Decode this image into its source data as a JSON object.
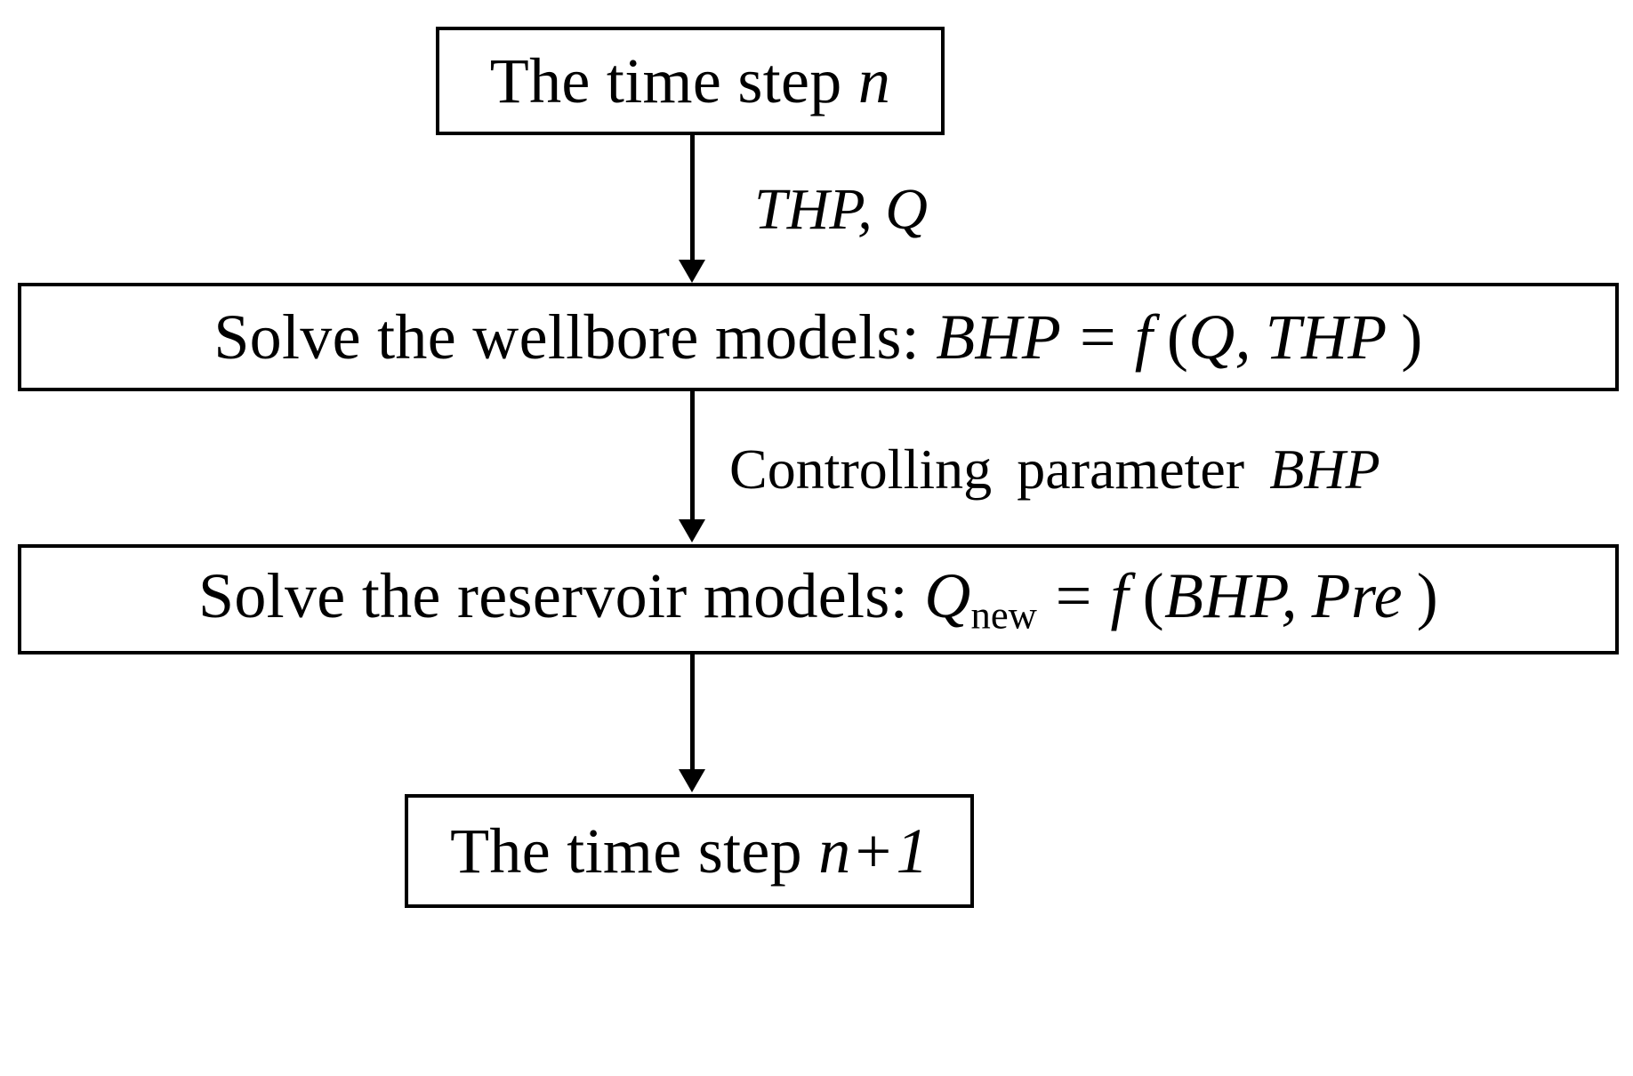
{
  "diagram": {
    "type": "flowchart",
    "orientation": "top-to-bottom",
    "background_color": "#ffffff",
    "stroke_color": "#000000",
    "nodes": [
      {
        "id": "start",
        "shape": "rectangle",
        "text": "The time step n",
        "text_plain": "The time step n",
        "parts": {
          "lead": "The time step ",
          "var": "n"
        }
      },
      {
        "id": "wellbore",
        "shape": "rectangle",
        "text": "Solve the wellbore models: BHP = f (Q, THP )",
        "parts": {
          "lead": "Solve the wellbore models: ",
          "lhs": "BHP",
          "eq": "=",
          "fn": "f",
          "open": "(",
          "arg1": "Q",
          "comma": ",",
          "arg2": "THP",
          "close": ")"
        }
      },
      {
        "id": "reservoir",
        "shape": "rectangle",
        "text": "Solve the reservoir models: Qnew = f (BHP, Pre )",
        "parts": {
          "lead": "Solve the reservoir models: ",
          "lhs": "Q",
          "lhs_sub": "new",
          "eq": "=",
          "fn": "f",
          "open": "(",
          "arg1": "BHP",
          "comma": ",",
          "arg2": "Pre",
          "close": ")"
        }
      },
      {
        "id": "end",
        "shape": "rectangle",
        "text": "The time step n+1",
        "parts": {
          "lead": "The time step ",
          "var": "n",
          "plus": "+",
          "num": "1"
        }
      }
    ],
    "edges": [
      {
        "id": "start-to-wellbore",
        "from": "start",
        "to": "wellbore",
        "label": "THP, Q",
        "label_parts": {
          "first": "THP",
          "comma": ",",
          "second": "Q"
        },
        "arrowhead": "filled-triangle"
      },
      {
        "id": "wellbore-to-reservoir",
        "from": "wellbore",
        "to": "reservoir",
        "label": "Controlling parameter BHP",
        "label_parts": {
          "text": "Controlling",
          "text2": "parameter",
          "var": "BHP"
        },
        "arrowhead": "filled-triangle"
      },
      {
        "id": "reservoir-to-end",
        "from": "reservoir",
        "to": "end",
        "label": "",
        "arrowhead": "filled-triangle"
      }
    ]
  }
}
